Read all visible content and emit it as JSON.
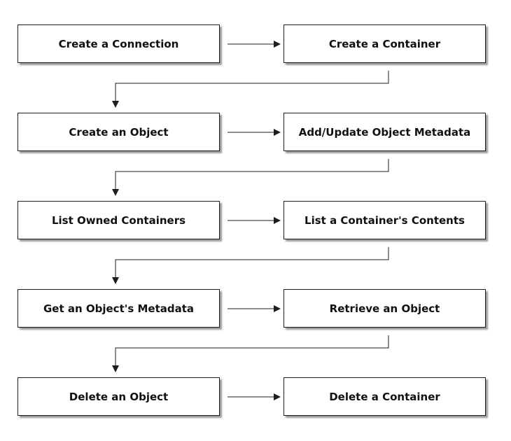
{
  "steps": [
    {
      "label": "Create a Connection"
    },
    {
      "label": "Create a Container"
    },
    {
      "label": "Create an Object"
    },
    {
      "label": "Add/Update Object Metadata"
    },
    {
      "label": "List Owned Containers"
    },
    {
      "label": "List a Container's Contents"
    },
    {
      "label": "Get an Object's Metadata"
    },
    {
      "label": "Retrieve an Object"
    },
    {
      "label": "Delete an Object"
    },
    {
      "label": "Delete a Container"
    }
  ],
  "colors": {
    "stroke": "#1e1e1e",
    "shadow": "#9a9a9a",
    "background": "#ffffff",
    "text": "#111111"
  }
}
